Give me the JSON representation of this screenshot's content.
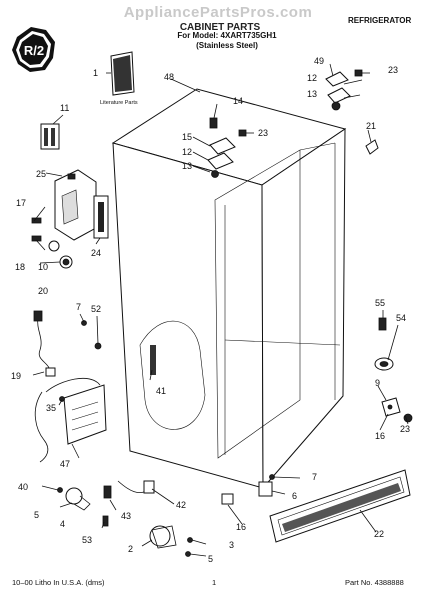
{
  "header": {
    "watermark": "AppliancePartsPros.com",
    "section_title": "CABINET PARTS",
    "appliance": "REFRIGERATOR",
    "model_line": "For Model: 4XART735GH1",
    "finish_line": "(Stainless Steel)"
  },
  "badge": {
    "text": "R/2",
    "icon": "r2-badge-icon"
  },
  "literature_label": "Literature Parts",
  "callouts": [
    "1",
    "48",
    "49",
    "12",
    "23",
    "13",
    "14",
    "15",
    "23",
    "12",
    "13",
    "21",
    "11",
    "25",
    "17",
    "18",
    "10",
    "24",
    "20",
    "7",
    "52",
    "55",
    "54",
    "19",
    "41",
    "9",
    "35",
    "47",
    "16",
    "23",
    "7",
    "6",
    "40",
    "5",
    "4",
    "42",
    "43",
    "16",
    "22",
    "53",
    "2",
    "3",
    "5"
  ],
  "footer": {
    "litho": "10–00 Litho In U.S.A. (dms)",
    "page_number": "1",
    "part_number": "Part No. 4388888"
  }
}
